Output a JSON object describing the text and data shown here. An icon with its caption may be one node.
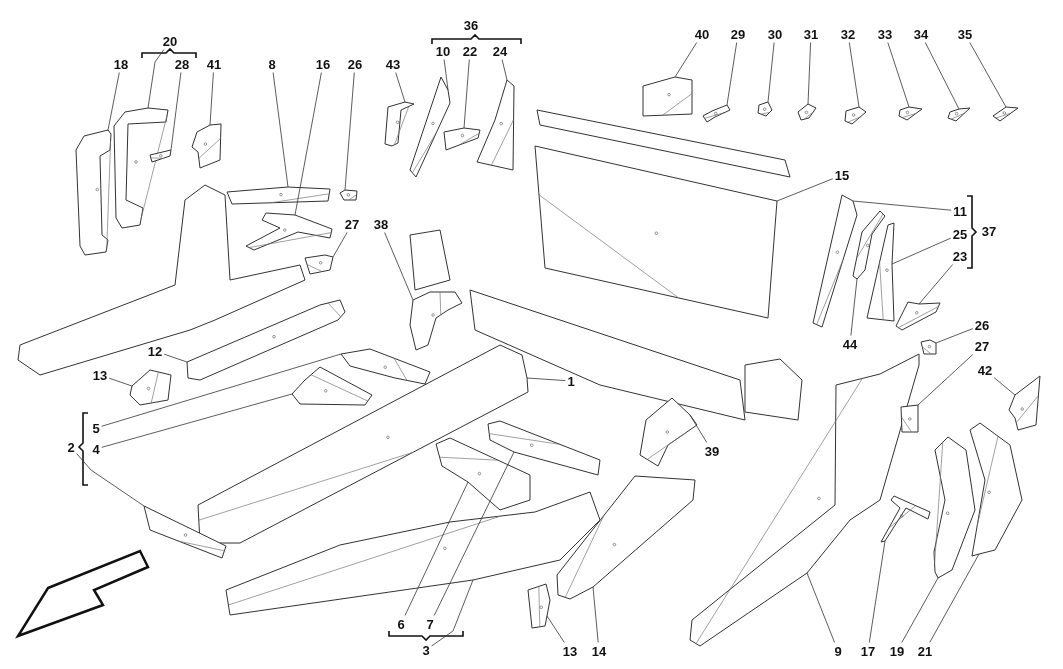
{
  "diagram": {
    "nodes": [
      {
        "text": [
          "20"
        ]
      },
      {
        "text": [
          "40"
        ]
      },
      {
        "text": [
          "29"
        ]
      },
      {
        "text": [
          "30"
        ]
      },
      {
        "text": [
          "31"
        ]
      },
      {
        "text": [
          "32"
        ]
      },
      {
        "text": [
          "33"
        ]
      },
      {
        "text": [
          "34"
        ]
      },
      {
        "text": [
          "35"
        ]
      },
      {
        "text": [
          "10"
        ]
      },
      {
        "text": [
          "22"
        ]
      },
      {
        "text": [
          "24"
        ]
      },
      {
        "text": [
          "18"
        ]
      },
      {
        "text": [
          "28"
        ]
      },
      {
        "text": [
          "41"
        ]
      },
      {
        "text": [
          "8"
        ]
      },
      {
        "text": [
          "16"
        ]
      },
      {
        "text": [
          "26"
        ]
      },
      {
        "text": [
          "43"
        ]
      },
      {
        "text": [
          "15"
        ]
      },
      {
        "text": [
          "11"
        ]
      },
      {
        "text": [
          "27"
        ]
      },
      {
        "text": [
          "38"
        ]
      },
      {
        "text": [
          "25"
        ]
      },
      {
        "text": [
          "23"
        ]
      },
      {
        "text": [
          "26"
        ]
      },
      {
        "text": [
          "44"
        ]
      },
      {
        "text": [
          "27"
        ]
      },
      {
        "text": [
          "12"
        ]
      },
      {
        "text": [
          "42"
        ]
      },
      {
        "text": [
          "13"
        ]
      },
      {
        "text": [
          "1"
        ]
      },
      {
        "text": [
          "5"
        ]
      },
      {
        "text": [
          "2"
        ]
      },
      {
        "text": [
          "4"
        ]
      },
      {
        "text": [
          "39"
        ]
      },
      {
        "text": [
          "6"
        ]
      },
      {
        "text": [
          "7"
        ]
      },
      {
        "text": [
          "13"
        ]
      },
      {
        "text": [
          "14"
        ]
      },
      {
        "text": [
          "9"
        ]
      },
      {
        "text": [
          "17"
        ]
      },
      {
        "text": [
          "19"
        ]
      },
      {
        "text": [
          "21"
        ]
      },
      {
        "text": [
          "3"
        ]
      },
      {
        "text": [],
        "shape": "picture"
      },
      {
        "text": [],
        "shape": "picture"
      },
      {
        "text": [],
        "shape": "picture"
      },
      {
        "text": [],
        "shape": "picture"
      },
      {
        "text": [],
        "shape": "picture"
      },
      {
        "text": [],
        "shape": "picture"
      },
      {
        "text": [],
        "shape": "picture"
      },
      {
        "text": [],
        "shape": "picture"
      },
      {
        "text": [],
        "shape": "picture"
      },
      {
        "text": [],
        "shape": "picture"
      },
      {
        "text": [],
        "shape": "picture"
      },
      {
        "text": [],
        "shape": "picture"
      },
      {
        "text": [],
        "shape": "picture"
      },
      {
        "text": [],
        "shape": "picture"
      },
      {
        "text": [],
        "shape": "picture"
      },
      {
        "text": [],
        "shape": "picture"
      },
      {
        "text": [],
        "shape": "picture"
      },
      {
        "text": [],
        "shape": "picture"
      },
      {
        "text": [],
        "shape": "picture"
      },
      {
        "text": [],
        "shape": "picture"
      },
      {
        "text": [],
        "shape": "picture"
      },
      {
        "text": [],
        "shape": "picture"
      },
      {
        "text": [],
        "shape": "picture"
      },
      {
        "text": [],
        "shape": "picture"
      },
      {
        "text": [],
        "shape": "picture"
      },
      {
        "text": [],
        "shape": "picture"
      },
      {
        "text": [],
        "shape": "picture"
      },
      {
        "text": [],
        "shape": "picture"
      },
      {
        "text": [],
        "shape": "picture"
      },
      {
        "text": [],
        "shape": "picture"
      },
      {
        "text": [],
        "shape": "picture"
      },
      {
        "text": [],
        "shape": "picture"
      },
      {
        "text": [],
        "shape": "picture"
      },
      {
        "text": [],
        "shape": "picture"
      },
      {
        "text": [],
        "shape": "picture"
      },
      {
        "text": [],
        "shape": "picture"
      },
      {
        "text": [],
        "shape": "picture"
      },
      {
        "text": [],
        "shape": "picture"
      },
      {
        "text": [],
        "shape": "picture"
      },
      {
        "text": [],
        "shape": "picture"
      },
      {
        "text": [],
        "shape": "picture"
      },
      {
        "text": [],
        "shape": "picture"
      },
      {
        "text": [],
        "shape": "picture"
      },
      {
        "text": [],
        "shape": "picture"
      },
      {
        "text": [],
        "shape": "picture"
      }
    ],
    "edges": [
      {
        "from": 0,
        "to": 45,
        "arrow": "none"
      },
      {
        "from": 1,
        "to": 46,
        "arrow": "none"
      },
      {
        "from": 2,
        "to": 47,
        "arrow": "none"
      },
      {
        "from": 3,
        "to": 48,
        "arrow": "none"
      },
      {
        "from": 4,
        "to": 49,
        "arrow": "none"
      },
      {
        "from": 5,
        "to": 50,
        "arrow": "none"
      },
      {
        "from": 6,
        "to": 51,
        "arrow": "none"
      },
      {
        "from": 7,
        "to": 52,
        "arrow": "none"
      },
      {
        "from": 8,
        "to": 53,
        "arrow": "none"
      },
      {
        "from": 9,
        "to": 54,
        "arrow": "none"
      },
      {
        "from": 10,
        "to": 55,
        "arrow": "none"
      },
      {
        "from": 11,
        "to": 56,
        "arrow": "none"
      },
      {
        "from": 12,
        "to": 57,
        "arrow": "none"
      },
      {
        "from": 13,
        "to": 58,
        "arrow": "none"
      },
      {
        "from": 14,
        "to": 59,
        "arrow": "none"
      },
      {
        "from": 15,
        "to": 60,
        "arrow": "none"
      },
      {
        "from": 16,
        "to": 61,
        "arrow": "none"
      },
      {
        "from": 17,
        "to": 62,
        "arrow": "none"
      },
      {
        "from": 18,
        "to": 63,
        "arrow": "none"
      },
      {
        "from": 19,
        "to": 64,
        "arrow": "none"
      },
      {
        "from": 20,
        "to": 65,
        "arrow": "none"
      },
      {
        "from": 21,
        "to": 66,
        "arrow": "none"
      },
      {
        "from": 22,
        "to": 67,
        "arrow": "none"
      },
      {
        "from": 23,
        "to": 68,
        "arrow": "none"
      },
      {
        "from": 24,
        "to": 69,
        "arrow": "none"
      },
      {
        "from": 25,
        "to": 70,
        "arrow": "none"
      },
      {
        "from": 26,
        "to": 71,
        "arrow": "none"
      },
      {
        "from": 27,
        "to": 72,
        "arrow": "none"
      },
      {
        "from": 28,
        "to": 73,
        "arrow": "none"
      },
      {
        "from": 29,
        "to": 74,
        "arrow": "none"
      },
      {
        "from": 30,
        "to": 75,
        "arrow": "none"
      },
      {
        "from": 31,
        "to": 76,
        "arrow": "none"
      },
      {
        "from": 32,
        "to": 77,
        "arrow": "none"
      },
      {
        "from": 33,
        "to": 78,
        "arrow": "none"
      },
      {
        "from": 34,
        "to": 79,
        "arrow": "none"
      },
      {
        "from": 35,
        "to": 80,
        "arrow": "none"
      },
      {
        "from": 36,
        "to": 81,
        "arrow": "none"
      },
      {
        "from": 37,
        "to": 82,
        "arrow": "none"
      },
      {
        "from": 38,
        "to": 83,
        "arrow": "none"
      },
      {
        "from": 39,
        "to": 84,
        "arrow": "none"
      },
      {
        "from": 40,
        "to": 85,
        "arrow": "none"
      },
      {
        "from": 41,
        "to": 86,
        "arrow": "none"
      },
      {
        "from": 42,
        "to": 87,
        "arrow": "none"
      },
      {
        "from": 43,
        "to": 88,
        "arrow": "none"
      },
      {
        "from": 44,
        "to": 89,
        "arrow": "none"
      }
    ],
    "labels": [
      "36",
      "37"
    ]
  }
}
